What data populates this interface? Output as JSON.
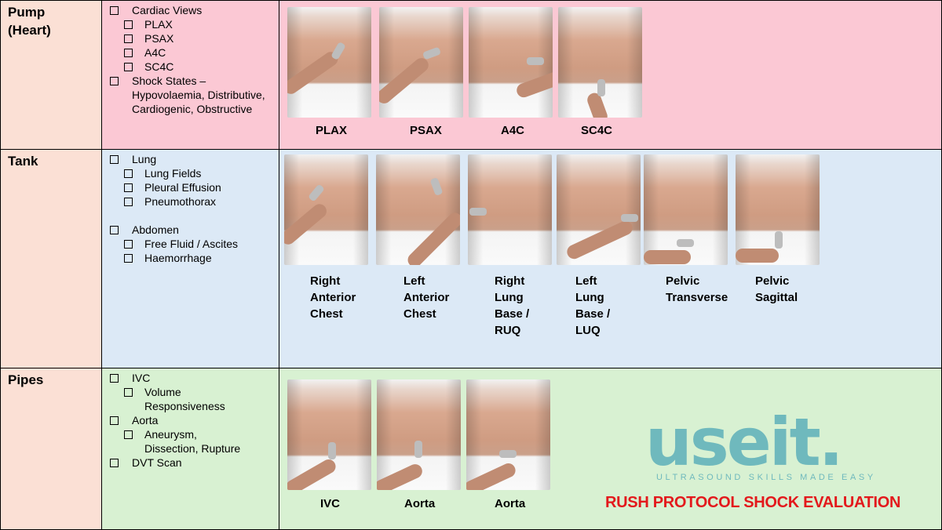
{
  "colors": {
    "pump_bg": "#fbc8d4",
    "tank_bg": "#dce9f6",
    "pipes_bg": "#d8f1d2",
    "label_bg": "#fbe0d5",
    "brand": "#6fb9bd",
    "rush_red": "#e3191c"
  },
  "pump": {
    "title": "Pump\n(Heart)",
    "items": [
      {
        "label": "Cardiac Views",
        "sub": [
          "PLAX",
          "PSAX",
          "A4C",
          "SC4C"
        ]
      },
      {
        "label": "Shock States –\nHypovolaemia, Distributive,\nCardiogenic, Obstructive",
        "sub": []
      }
    ],
    "captions": [
      "PLAX",
      "PSAX",
      "A4C",
      "SC4C"
    ]
  },
  "tank": {
    "title": "Tank",
    "items": [
      {
        "label": "Lung",
        "sub": [
          "Lung Fields",
          "Pleural Effusion",
          "Pneumothorax"
        ]
      },
      {
        "label": "Abdomen",
        "sub": [
          "Free Fluid / Ascites",
          "Haemorrhage"
        ]
      }
    ],
    "captions": [
      "Right\nAnterior\nChest",
      "Left\nAnterior\nChest",
      "Right\nLung\nBase /\nRUQ",
      "Left\nLung\nBase /\nLUQ",
      "Pelvic\nTransverse",
      "Pelvic\nSagittal"
    ]
  },
  "pipes": {
    "title": "Pipes",
    "items": [
      {
        "label": "IVC",
        "sub": [
          "Volume\nResponsiveness"
        ]
      },
      {
        "label": "Aorta",
        "sub": [
          "Aneurysm,\nDissection, Rupture"
        ]
      },
      {
        "label": "DVT Scan",
        "sub": []
      }
    ],
    "captions": [
      "IVC",
      "Aorta",
      "Aorta"
    ]
  },
  "brand": {
    "logo": "useit.",
    "tagline": "ULTRASOUND SKILLS MADE EASY",
    "heading": "RUSH PROTOCOL SHOCK EVALUATION"
  }
}
